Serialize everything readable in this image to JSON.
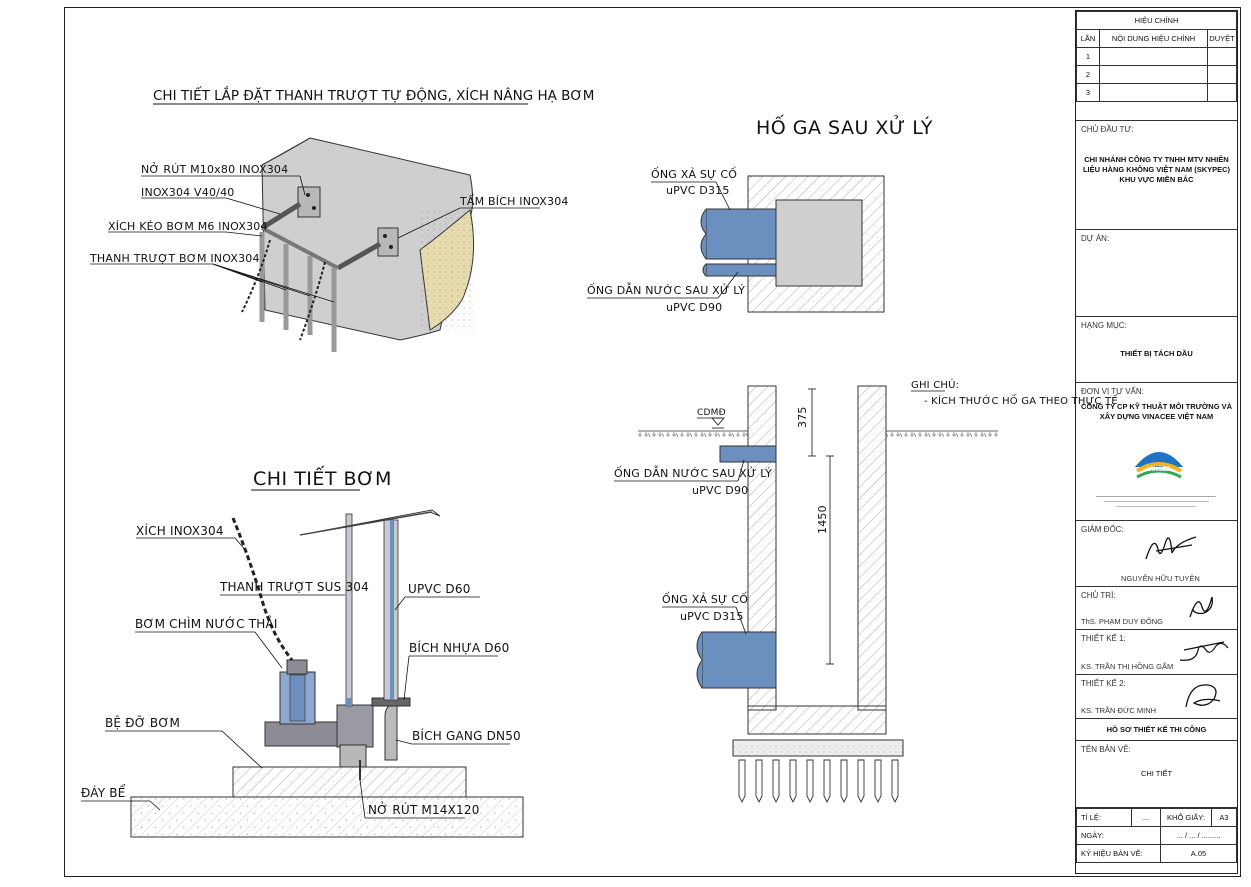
{
  "detail1": {
    "title": "CHI TIẾT LẮP ĐẶT THANH TRƯỢT TỰ ĐỘNG, XÍCH NÂNG HẠ BƠM",
    "labels": {
      "anchor": "NỞ RÚT M10x80 INOX304",
      "angle": "INOX304 V40/40",
      "chain": "XÍCH KÉO BƠM M6 INOX304",
      "rail": "THANH TRƯỢT BƠM INOX304",
      "plate": "TẤM BÍCH INOX304"
    }
  },
  "detail2": {
    "title": "HỐ GA SAU XỬ LÝ",
    "labels": {
      "emergency_pipe": "ỐNG XẢ SỰ CỐ",
      "emergency_spec": "uPVC D315",
      "treated_pipe": "ỐNG DẪN NƯỚC SAU XỬ LÝ",
      "treated_spec": "uPVC D90"
    }
  },
  "detail3": {
    "cdmd": "CDMĐ",
    "dim_top": "375",
    "dim_main": "1450",
    "treated_pipe": "ỐNG DẪN NƯỚC SAU XỬ LÝ",
    "treated_spec": "uPVC D90",
    "emergency_pipe": "ỐNG XẢ SỰ CỐ",
    "emergency_spec": "uPVC D315",
    "note_title": "GHI CHÚ:",
    "note_text": "- KÍCH THƯỚC HỐ GA THEO THỰC TẾ"
  },
  "detail4": {
    "title": "CHI TIẾT BƠM",
    "labels": {
      "chain": "XÍCH INOX304",
      "rail": "THANH TRƯỢT SUS 304",
      "upvc": "UPVC D60",
      "pump": "BƠM CHÌM NƯỚC THẢI",
      "plastic_flange": "BÍCH NHỰA D60",
      "base": "BỆ ĐỠ BƠM",
      "cast_flange": "BÍCH GANG DN50",
      "floor": "ĐÁY BỂ",
      "anchor": "NỞ RÚT M14X120"
    }
  },
  "title_block": {
    "revision": {
      "header": "HIỆU CHỈNH",
      "col_lan": "LẦN",
      "col_content": "NỘI DUNG HIỆU CHỈNH",
      "col_approve": "DUYỆT",
      "rows": [
        "1",
        "2",
        "3"
      ]
    },
    "investor_caption": "CHỦ ĐẦU TƯ:",
    "investor": "CHI NHÁNH CÔNG TY TNHH MTV NHIÊN LIỆU HÀNG KHÔNG VIỆT NAM (SKYPEC) KHU VỰC MIỀN BẮC",
    "project_caption": "DỰ ÁN:",
    "category_caption": "HẠNG MỤC:",
    "category": "THIẾT BỊ TÁCH DẦU",
    "consultant_caption": "ĐƠN VỊ TƯ VẤN:",
    "consultant": "CÔNG TY CP KỸ THUẬT MÔI TRƯỜNG VÀ XÂY DỰNG VINACEE VIỆT NAM",
    "logo_text": "VINCEE",
    "director_caption": "GIÁM ĐỐC:",
    "director": "NGUYỄN HỮU TUYÊN",
    "lead_caption": "CHỦ TRÌ:",
    "lead": "ThS. PHẠM DUY ĐÔNG",
    "design1_caption": "THIẾT KẾ 1:",
    "design1": "KS. TRẦN THỊ HỒNG GẤM",
    "design2_caption": "THIẾT KẾ 2:",
    "design2": "KS. TRẦN ĐỨC MINH",
    "dossier": "HỒ SƠ THIẾT KẾ THI CÔNG",
    "drawing_name_caption": "TÊN BẢN VẼ:",
    "drawing_name": "CHI TIẾT",
    "scale_caption": "TỈ LỆ:",
    "scale": "...",
    "paper_caption": "KHỔ GIẤY:",
    "paper": "A3",
    "date_caption": "NGÀY:",
    "date": "... / ... / .........",
    "code_caption": "KÝ HIỆU BẢN VẼ:",
    "code": "A.05"
  }
}
